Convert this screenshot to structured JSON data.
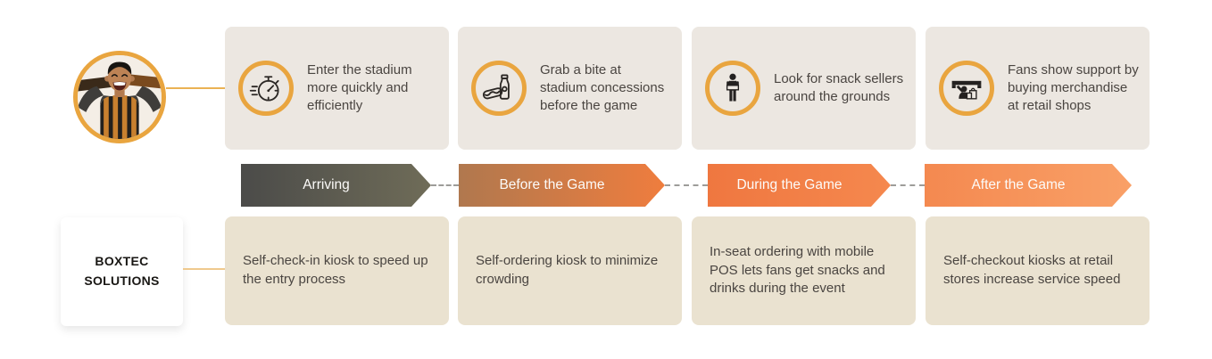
{
  "brand": {
    "line1": "BOXTEC",
    "line2": "SOLUTIONS"
  },
  "persona": {
    "avatar": "cheering-fan-avatar"
  },
  "stages": [
    {
      "label": "Arriving",
      "icon": "stopwatch-icon",
      "experience": "Enter the stadium more quickly and efficiently",
      "solution": "Self-check-in kiosk to speed up the entry process"
    },
    {
      "label": "Before the Game",
      "icon": "concessions-food-icon",
      "experience": "Grab a bite at stadium concessions before the game",
      "solution": "Self-ordering kiosk to minimize crowding"
    },
    {
      "label": "During the Game",
      "icon": "snack-seller-icon",
      "experience": "Look for snack sellers around the grounds",
      "solution": "In-seat ordering with mobile POS lets fans get snacks and drinks during the event"
    },
    {
      "label": "After the Game",
      "icon": "merch-checkout-icon",
      "experience": "Fans show support by buying merchandise at retail shops",
      "solution": "Self-checkout kiosks at retail stores increase service speed"
    }
  ],
  "colors": {
    "accent_ring": "#E9A53F",
    "top_card_bg": "#ECE7E1",
    "bottom_card_bg": "#EAE2D0",
    "arrow_arriving": [
      "#4B4B49",
      "#6F6C58"
    ],
    "arrow_before_the_game": [
      "#B0784E",
      "#EF7D3E"
    ],
    "arrow_during_the_game": [
      "#EF7740",
      "#F5884E"
    ],
    "arrow_after_the_game": [
      "#F48950",
      "#F9A067"
    ],
    "body_text": "#4A4541",
    "arrow_text": "#FCFBF9"
  }
}
